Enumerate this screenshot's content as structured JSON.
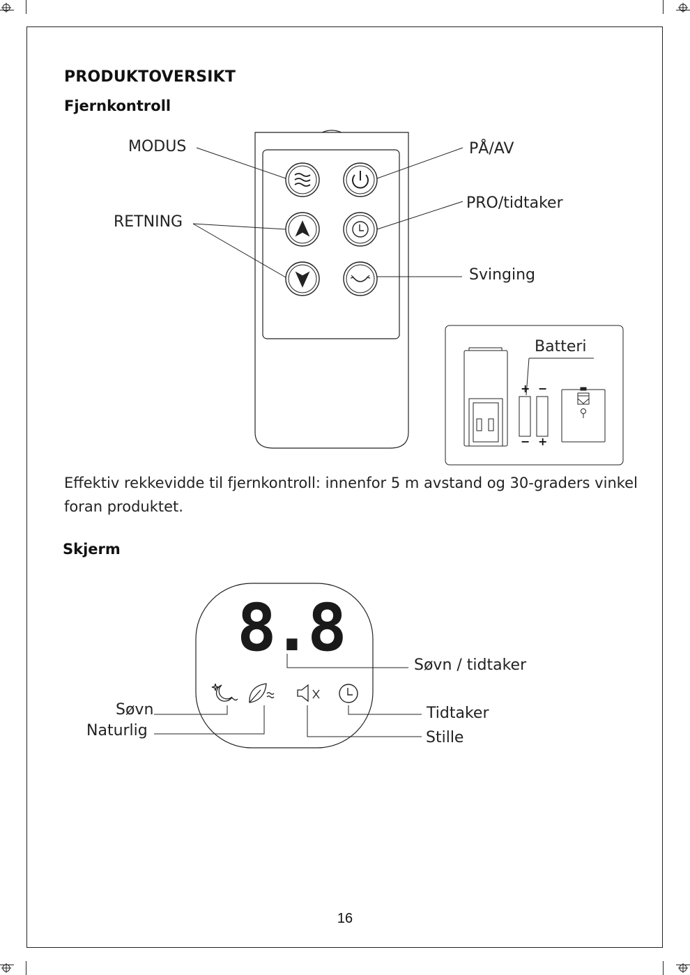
{
  "section_title": "PRODUKTOVERSIKT",
  "remote_heading": "Fjernkontroll",
  "remote_labels": {
    "mode": "MODUS",
    "power": "PÅ/AV",
    "pro_timer": "PRO/tidtaker",
    "direction": "RETNING",
    "swing": "Svinging",
    "battery": "Batteri"
  },
  "battery_marks": {
    "plus": "+",
    "minus": "−"
  },
  "range_text": "Effektiv rekkevidde til fjernkontroll: innenfor 5 m avstand og 30-graders vinkel foran produktet.",
  "display_heading": "Skjerm",
  "display_labels": {
    "sleep_timer": "Søvn / tidtaker",
    "sleep": "Søvn",
    "natural": "Naturlig",
    "timer": "Tidtaker",
    "silent": "Stille"
  },
  "display_readout": "8.8",
  "page_number": "16"
}
